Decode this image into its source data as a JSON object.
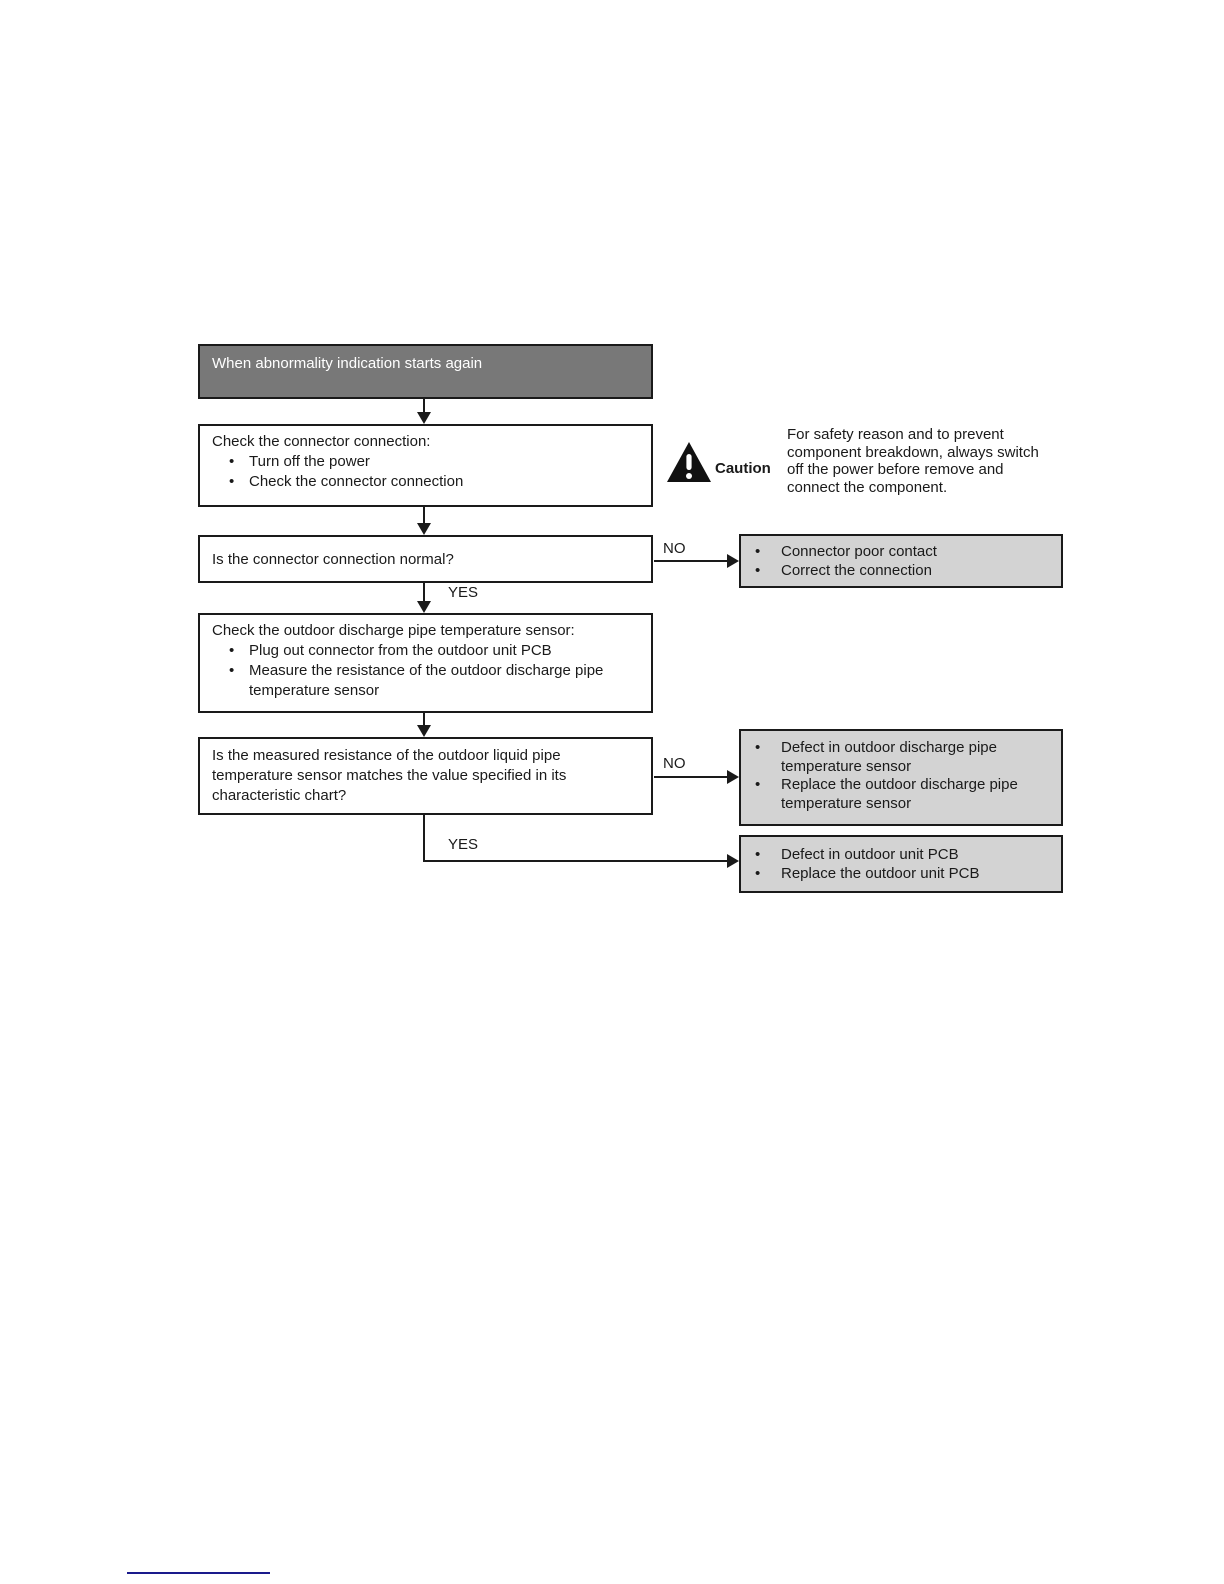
{
  "flowchart": {
    "start": {
      "label": "When abnormality indication starts again"
    },
    "check_connector": {
      "title": "Check the connector connection:",
      "bullets": [
        "Turn off the power",
        "Check the connector connection"
      ]
    },
    "caution": {
      "label": "Caution",
      "lines": [
        "For safety reason and to prevent",
        "component breakdown, always switch",
        "off the power before remove and",
        "connect the component."
      ]
    },
    "q_connector": {
      "text": "Is the connector connection normal?"
    },
    "labels": {
      "no": "NO",
      "yes": "YES"
    },
    "result_connector": {
      "bullets": [
        "Connector poor contact",
        "Correct the connection"
      ]
    },
    "check_sensor": {
      "title": "Check the outdoor discharge pipe temperature sensor:",
      "bullets": [
        "Plug out connector from the outdoor unit PCB",
        "Measure the resistance of the outdoor discharge pipe temperature sensor"
      ]
    },
    "q_resistance": {
      "lines": [
        "Is the measured resistance of the outdoor liquid pipe",
        "temperature sensor matches the value specified in its",
        "characteristic chart?"
      ]
    },
    "result_sensor": {
      "bullets": [
        "Defect in outdoor discharge pipe temperature sensor",
        "Replace the outdoor discharge pipe temperature sensor"
      ]
    },
    "result_pcb": {
      "bullets": [
        "Defect in outdoor unit PCB",
        "Replace the outdoor unit PCB"
      ]
    },
    "bullet_glyph": "•"
  },
  "colors": {
    "start_fill": "#787878",
    "start_text": "#ffffff",
    "result_fill": "#d3d3d3",
    "box_border": "#1a1a1a",
    "line": "#1a1a1a",
    "footer_rule": "#1a1a8c"
  }
}
